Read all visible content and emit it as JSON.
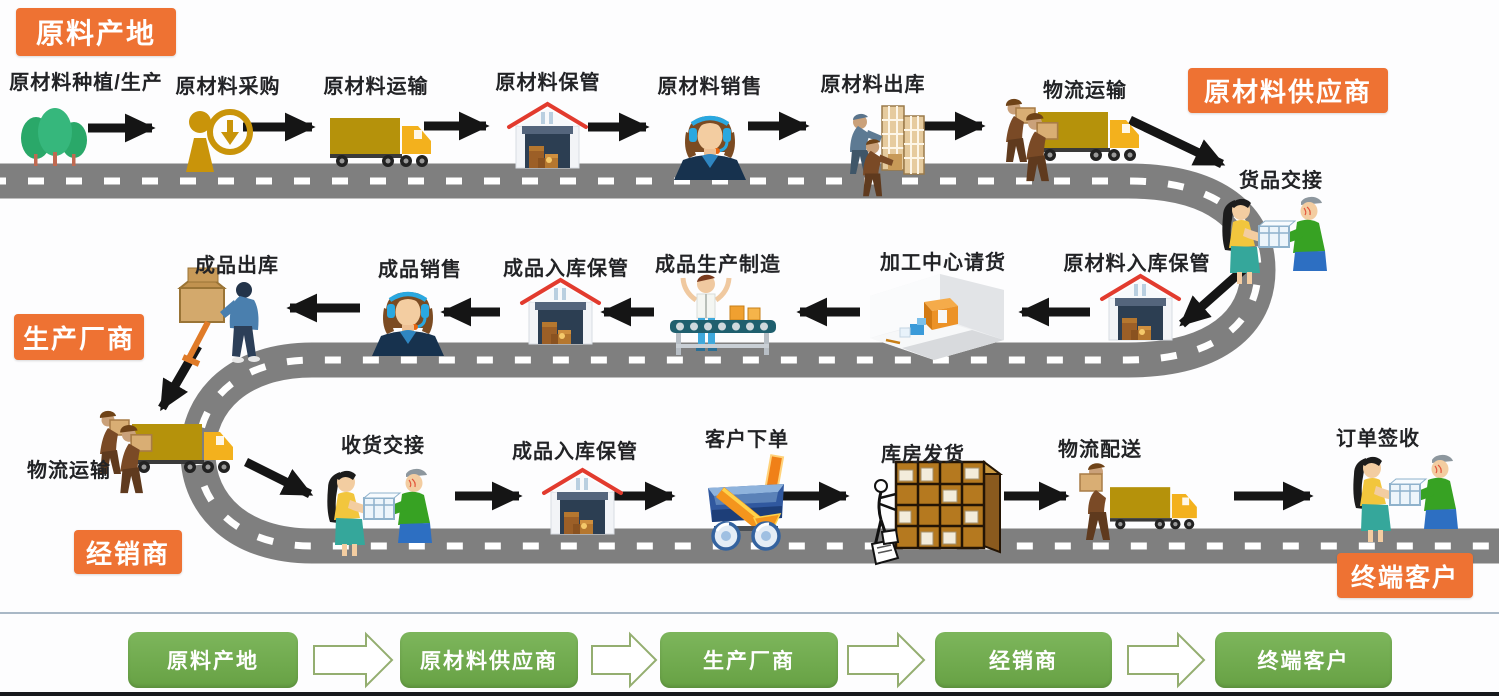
{
  "title": "供应链物流流程图",
  "colors": {
    "badge_orange": "#ee7233",
    "road_gray": "#7f7f7f",
    "road_dash_white": "#ffffff",
    "arrow_black": "#151515",
    "green_button": "#6fa84c",
    "label_text": "#222326"
  },
  "badges": {
    "origin": {
      "label": "原料产地"
    },
    "supplier": {
      "label": "原材料供应商"
    },
    "manufacturer": {
      "label": "生产厂商"
    },
    "distributor": {
      "label": "经销商"
    },
    "end_customer": {
      "label": "终端客户"
    }
  },
  "row1": {
    "steps": [
      {
        "label": "原材料种植/生产",
        "icon": "trees-icon"
      },
      {
        "label": "原材料采购",
        "icon": "procurement-person-clock-icon"
      },
      {
        "label": "原材料运输",
        "icon": "cargo-truck-icon"
      },
      {
        "label": "原材料保管",
        "icon": "warehouse-icon"
      },
      {
        "label": "原材料销售",
        "icon": "service-agent-icon"
      },
      {
        "label": "原材料出库",
        "icon": "workers-crates-icon"
      },
      {
        "label": "物流运输",
        "icon": "porters-truck-icon"
      },
      {
        "label": "货品交接",
        "icon": "handover-icon"
      }
    ]
  },
  "row2": {
    "steps": [
      {
        "label": "原材料入库保管",
        "icon": "warehouse-icon"
      },
      {
        "label": "加工中心请货",
        "icon": "processing-center-icon"
      },
      {
        "label": "成品生产制造",
        "icon": "conveyor-worker-icon"
      },
      {
        "label": "成品入库保管",
        "icon": "warehouse-icon"
      },
      {
        "label": "成品销售",
        "icon": "service-agent-icon"
      },
      {
        "label": "成品出库",
        "icon": "box-porter-icon"
      }
    ]
  },
  "row3": {
    "steps": [
      {
        "label": "物流运输",
        "icon": "porters-truck-icon"
      },
      {
        "label": "收货交接",
        "icon": "handover-icon"
      },
      {
        "label": "成品入库保管",
        "icon": "warehouse-icon"
      },
      {
        "label": "客户下单",
        "icon": "order-cart-icon"
      },
      {
        "label": "库房发货",
        "icon": "shelf-dispatch-icon"
      },
      {
        "label": "物流配送",
        "icon": "delivery-porter-truck-icon"
      },
      {
        "label": "订单签收",
        "icon": "handover-icon"
      }
    ]
  },
  "bottom_flow": {
    "items": [
      {
        "label": "原料产地"
      },
      {
        "label": "原材料供应商"
      },
      {
        "label": "生产厂商"
      },
      {
        "label": "经销商"
      },
      {
        "label": "终端客户"
      }
    ]
  }
}
